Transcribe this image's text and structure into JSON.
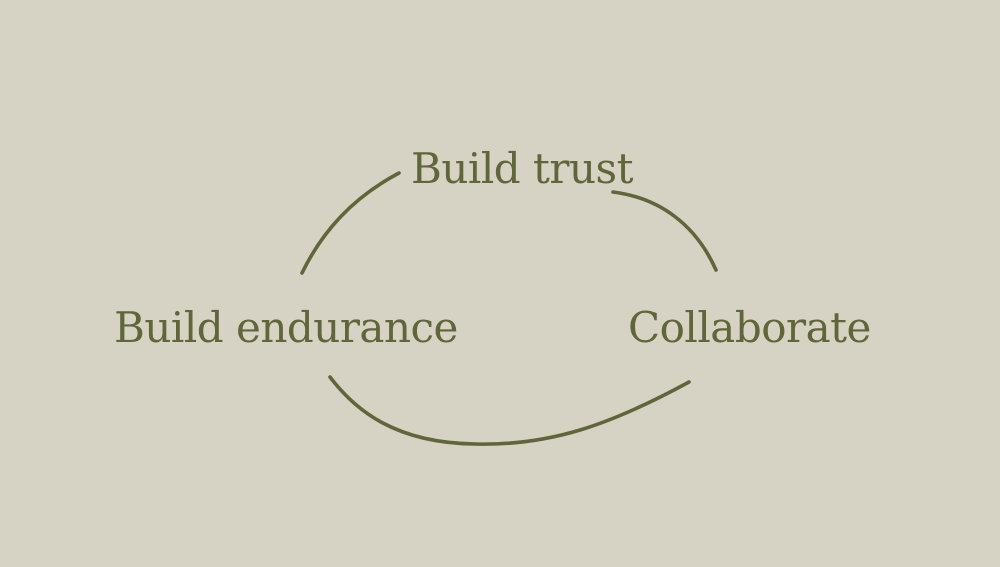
{
  "diagram": {
    "nodes": {
      "top": "Build trust",
      "left": "Build endurance",
      "right": "Collaborate"
    },
    "colors": {
      "background": "#d6d2c4",
      "accent": "#5f6637"
    }
  }
}
